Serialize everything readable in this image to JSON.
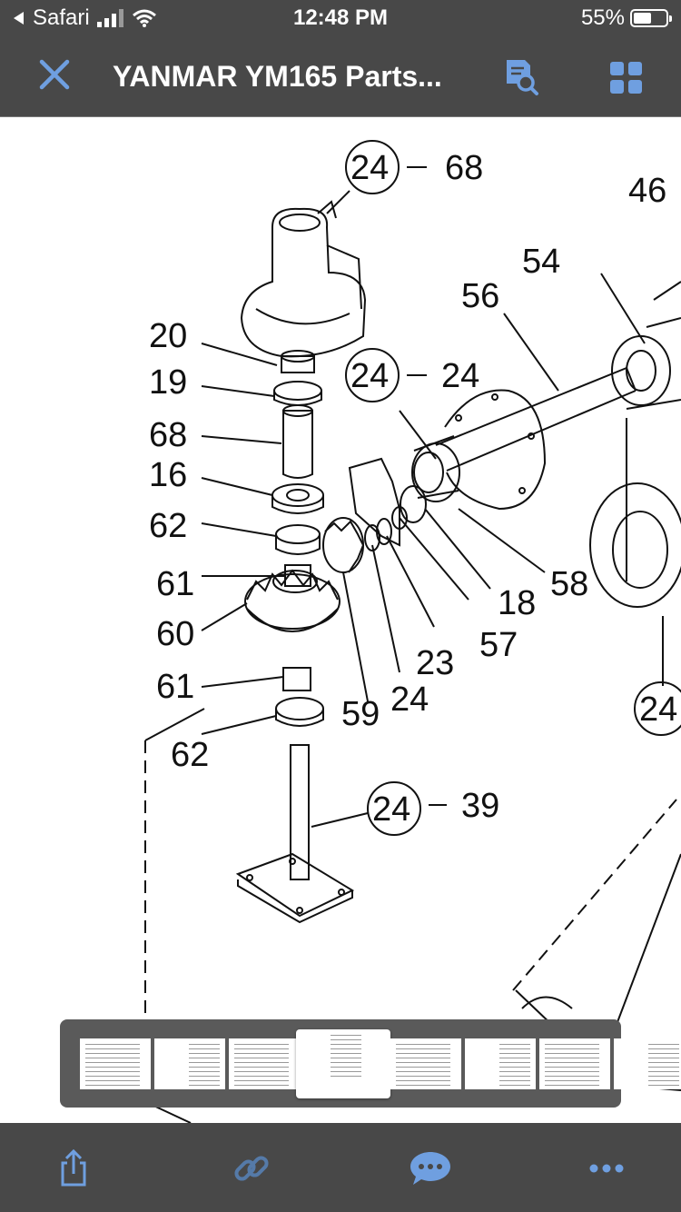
{
  "status_bar": {
    "back_app": "Safari",
    "time": "12:48 PM",
    "battery": "55%",
    "battery_level": 0.55
  },
  "nav": {
    "title": "YANMAR YM165 Parts...",
    "close_icon": "close-icon",
    "search_icon": "document-search-icon",
    "grid_icon": "grid-icon"
  },
  "diagram": {
    "labels": {
      "c1_num": "24",
      "c1_part": "68",
      "c2_num": "24",
      "c2_part": "24",
      "c3_num": "24",
      "c3_part": "39",
      "c4_num": "24",
      "p46": "46",
      "p54": "54",
      "p56": "56",
      "p20": "20",
      "p19": "19",
      "p68": "68",
      "p16": "16",
      "p62a": "62",
      "p61a": "61",
      "p60": "60",
      "p61b": "61",
      "p62b": "62",
      "p59": "59",
      "p24": "24",
      "p23": "23",
      "p57": "57",
      "p18": "18",
      "p58": "58"
    }
  },
  "thumbnails": {
    "count": 8,
    "current_index": 3
  },
  "toolbar": {
    "share_icon": "share-icon",
    "link_icon": "link-icon",
    "comment_icon": "comment-icon",
    "more_icon": "more-icon"
  },
  "colors": {
    "bar": "#484848",
    "accent": "#6f9fe0"
  }
}
